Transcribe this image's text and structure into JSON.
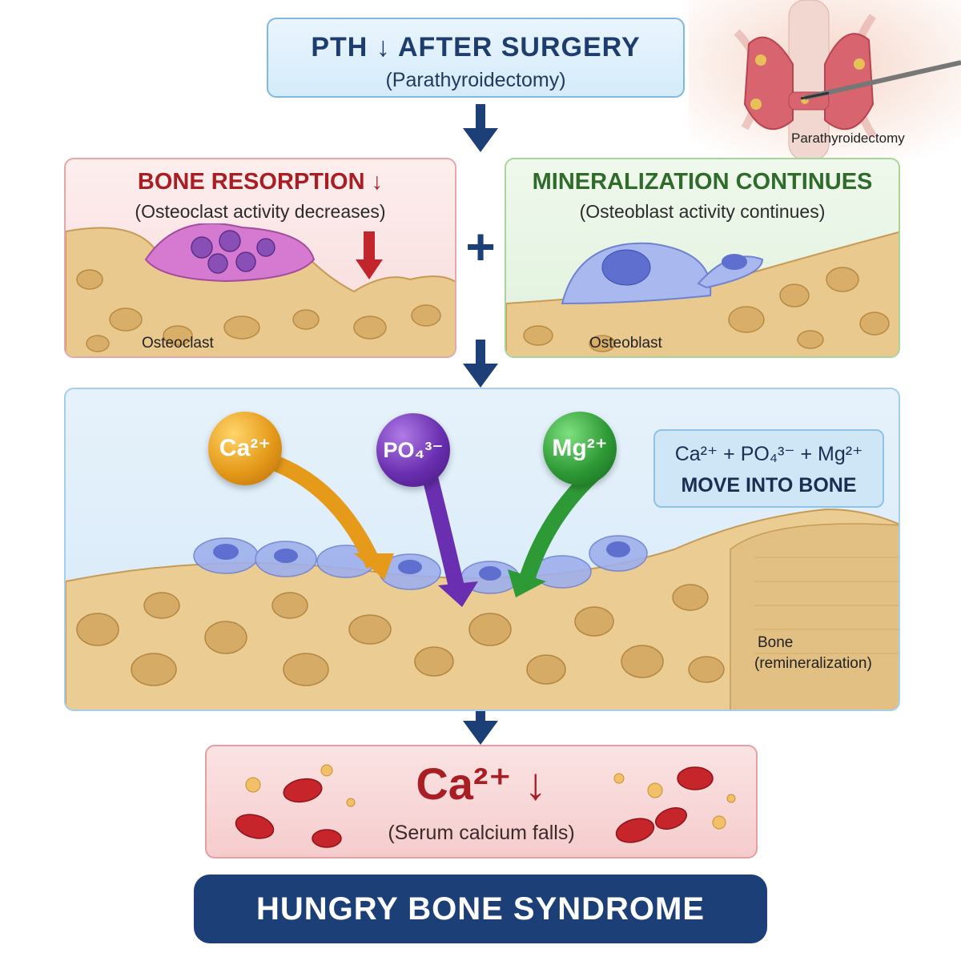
{
  "header": {
    "title": "PTH ↓ AFTER SURGERY",
    "subtitle": "(Parathyroidectomy)",
    "illustration_label": "Parathyroidectomy"
  },
  "resorption": {
    "heading": "BONE RESORPTION ↓",
    "subheading": "(Osteoclast activity decreases)",
    "cell_label": "Osteoclast"
  },
  "mineralization": {
    "heading": "MINERALIZATION CONTINUES",
    "subheading": "(Osteoblast activity continues)",
    "cell_label": "Osteoblast"
  },
  "plus_sign": "+",
  "ions": {
    "calcium": "Ca²⁺",
    "phosphate": "PO₄³⁻",
    "magnesium": "Mg²⁺",
    "info_line1": "Ca²⁺ + PO₄³⁻ + Mg²⁺",
    "info_line2": "MOVE INTO BONE",
    "bone_label": "Bone",
    "bone_sublabel": "(remineralization)"
  },
  "serum": {
    "heading": "Ca²⁺ ↓",
    "subheading": "(Serum calcium falls)"
  },
  "conclusion": "HUNGRY BONE SYNDROME",
  "colors": {
    "navy": "#1c3f78",
    "resorption_red": "#a81e22",
    "mineralization_green": "#2f6b2a",
    "calcium_orange": "#e59a1a",
    "phosphate_purple": "#6a2fb0",
    "magnesium_green": "#2e9a36"
  }
}
